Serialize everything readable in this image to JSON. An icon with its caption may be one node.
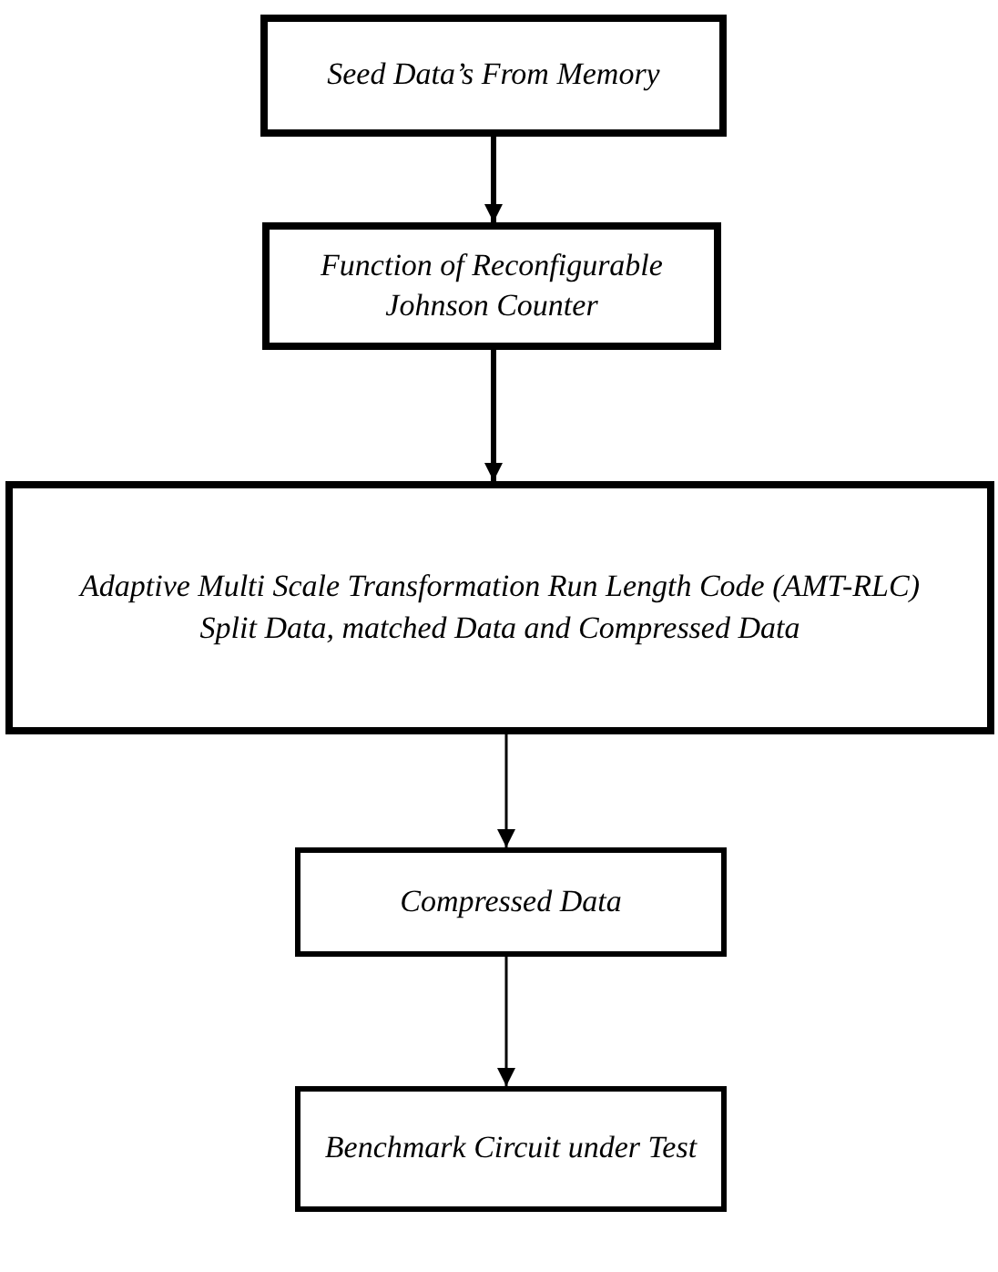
{
  "diagram": {
    "nodes": [
      {
        "text": [
          "Seed Data’s From Memory"
        ]
      },
      {
        "text": [
          "*Function of Reconfigurable Johnson* Counter"
        ]
      },
      {
        "text": [
          "Adaptive Multi Scale Transformation Run Length Code (AMT-RLC)",
          "Split Data, matched Data and Compressed Data"
        ]
      },
      {
        "text": [
          "Compressed Data"
        ]
      },
      {
        "text": [
          "Benchmark Circuit under Test"
        ]
      }
    ],
    "edges": [
      {
        "from": 0,
        "to": 1,
        "arrow": "to",
        "style": "thick"
      },
      {
        "from": 1,
        "to": 2,
        "arrow": "to",
        "style": "thick"
      },
      {
        "from": 2,
        "to": 3,
        "arrow": "to"
      },
      {
        "from": 3,
        "to": 4,
        "arrow": "to"
      }
    ]
  }
}
